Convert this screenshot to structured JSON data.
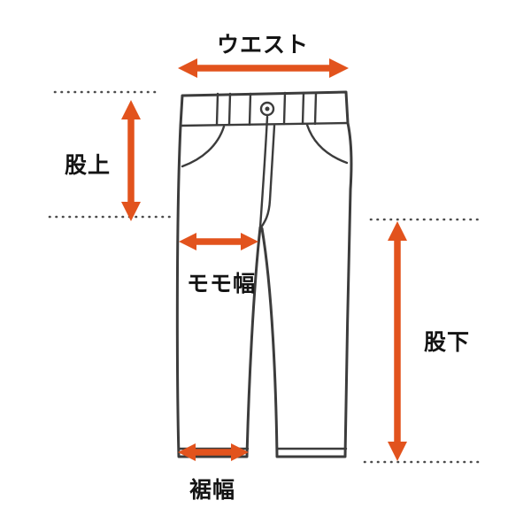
{
  "diagram": {
    "type": "pants-size-measurement-guide",
    "colors": {
      "arrow": "#e2531d",
      "outline": "#3c3c3c",
      "dotted": "#4c4c4c",
      "text": "#141414",
      "background": "#ffffff"
    },
    "labels": {
      "waist": "ウエスト",
      "rise": "股上",
      "thigh": "モモ幅",
      "inseam": "股下",
      "hem": "裾幅"
    }
  }
}
